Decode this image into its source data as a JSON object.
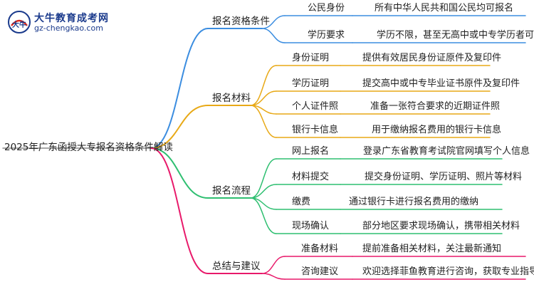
{
  "logo": {
    "mark": "大牛",
    "title": "大牛教育成考网",
    "url": "gz-chengkao.com"
  },
  "root": "2025年广东函授大专报名资格条件解读",
  "branches": [
    {
      "label": "报名资格条件",
      "color": "#3b8de0",
      "items": [
        {
          "label": "公民身份",
          "detail": "所有中华人民共和国公民均可报名"
        },
        {
          "label": "学历要求",
          "detail": "学历不限，甚至无高中或中专学历者可报名"
        }
      ]
    },
    {
      "label": "报名材料",
      "color": "#e8a917",
      "items": [
        {
          "label": "身份证明",
          "detail": "提供有效居民身份证原件及复印件"
        },
        {
          "label": "学历证明",
          "detail": "提交高中或中专毕业证书原件及复印件"
        },
        {
          "label": "个人证件照",
          "detail": "准备一张符合要求的近期证件照"
        },
        {
          "label": "银行卡信息",
          "detail": "用于缴纳报名费用的银行卡信息"
        }
      ]
    },
    {
      "label": "报名流程",
      "color": "#2fbf71",
      "items": [
        {
          "label": "网上报名",
          "detail": "登录广东省教育考试院官网填写个人信息"
        },
        {
          "label": "材料提交",
          "detail": "提交身份证明、学历证明、照片等材料"
        },
        {
          "label": "缴费",
          "detail": "通过银行卡进行报名费用的缴纳"
        },
        {
          "label": "现场确认",
          "detail": "部分地区要求现场确认，携带相关材料"
        }
      ]
    },
    {
      "label": "总结与建议",
      "color": "#e8196a",
      "items": [
        {
          "label": "准备材料",
          "detail": "提前准备相关材料，关注最新通知"
        },
        {
          "label": "咨询建议",
          "detail": "欢迎选择菲鱼教育进行咨询，获取专业指导"
        }
      ]
    }
  ]
}
